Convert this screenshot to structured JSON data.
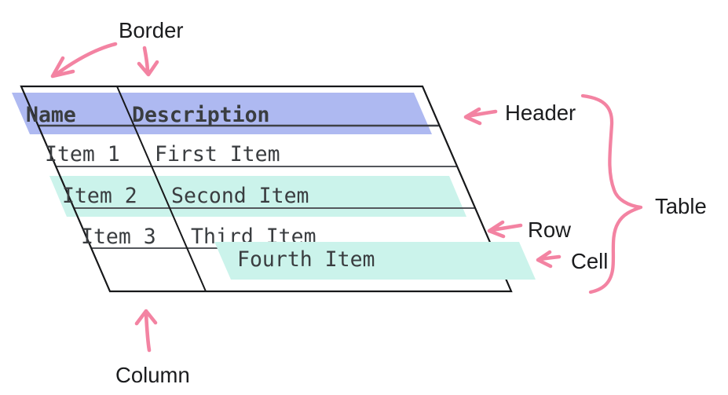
{
  "table": {
    "columns": [
      "Name",
      "Description"
    ],
    "rows": [
      {
        "name": "Item 1",
        "description": "First Item"
      },
      {
        "name": "Item 2",
        "description": "Second Item"
      },
      {
        "name": "Item 3",
        "description": "Third Item"
      },
      {
        "name": "",
        "description": "Fourth Item"
      }
    ]
  },
  "annotations": {
    "border": "Border",
    "header": "Header",
    "table": "Table",
    "row": "Row",
    "cell": "Cell",
    "column": "Column"
  },
  "colors": {
    "highlight_header": "#aeb9f1",
    "highlight_row": "#cbf3eb",
    "highlight_cell": "#cbf3eb",
    "annotation_pink": "#f383a2",
    "border_dark": "#17181a",
    "grid_line": "#54575c",
    "grid_line_dark": "#3e4146",
    "cell_text": "#3a3d40",
    "label_text": "#1b1c1e"
  }
}
